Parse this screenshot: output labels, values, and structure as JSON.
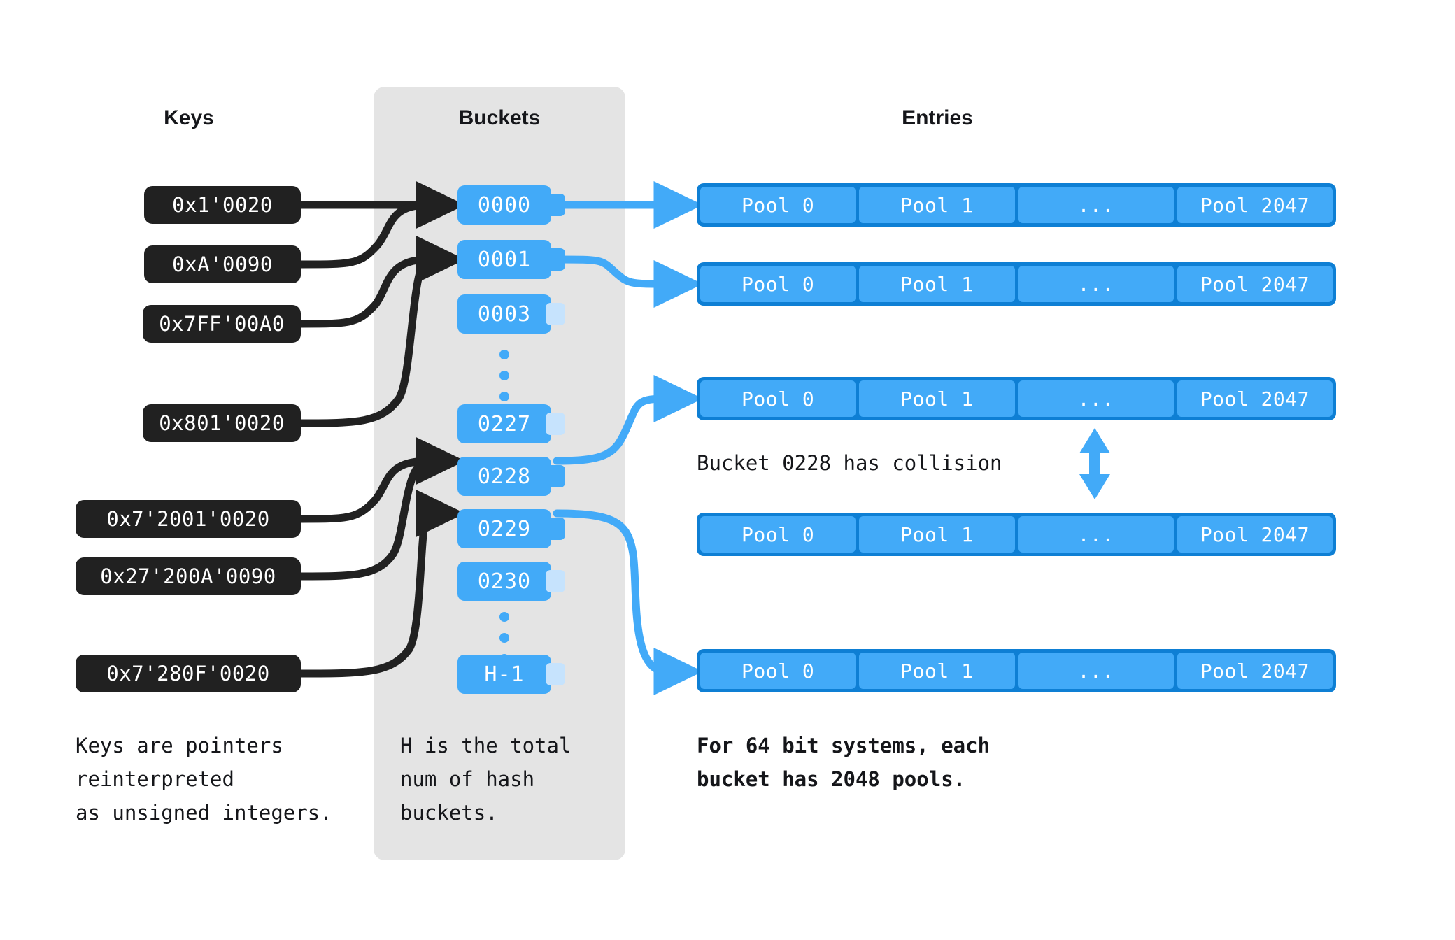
{
  "headers": {
    "keys": "Keys",
    "buckets": "Buckets",
    "entries": "Entries"
  },
  "colors": {
    "key_chip_bg": "#212121",
    "bucket_blue": "#42AAF8",
    "bucket_tab_empty": "#C6E3FD",
    "entry_border_blue": "#0E7FD4",
    "panel_gray": "#E4E4E4",
    "text_dark": "#15161A",
    "arrow_black": "#212121"
  },
  "keys": [
    {
      "label": "0x1'0020",
      "target_bucket": "0000"
    },
    {
      "label": "0xA'0090",
      "target_bucket": "0000"
    },
    {
      "label": "0x7FF'00A0",
      "target_bucket": "0001"
    },
    {
      "label": "0x801'0020",
      "target_bucket": "0001"
    },
    {
      "label": "0x7'2001'0020",
      "target_bucket": "0228"
    },
    {
      "label": "0x27'200A'0090",
      "target_bucket": "0228"
    },
    {
      "label": "0x7'280F'0020",
      "target_bucket": "0229"
    }
  ],
  "buckets": [
    {
      "label": "0000",
      "linked": true
    },
    {
      "label": "0001",
      "linked": true
    },
    {
      "label": "0003",
      "linked": false
    },
    {
      "label": "0227",
      "linked": false
    },
    {
      "label": "0228",
      "linked": true
    },
    {
      "label": "0229",
      "linked": true
    },
    {
      "label": "0230",
      "linked": false
    },
    {
      "label": "H-1",
      "linked": false
    }
  ],
  "entries": {
    "cells": [
      "Pool 0",
      "Pool 1",
      "...",
      "Pool 2047"
    ],
    "rows": [
      {
        "from_bucket": "0000"
      },
      {
        "from_bucket": "0001"
      },
      {
        "from_bucket": "0228"
      },
      {
        "from_bucket": "0228"
      },
      {
        "from_bucket": "0229"
      }
    ]
  },
  "annotations": {
    "collision": "Bucket 0228 has collision"
  },
  "notes": {
    "keys_note": "Keys are pointers\nreinterpreted\nas unsigned integers.",
    "buckets_note": "H is the total\nnum of hash\nbuckets.",
    "entries_note": "For 64 bit systems, each\nbucket has 2048 pools."
  }
}
